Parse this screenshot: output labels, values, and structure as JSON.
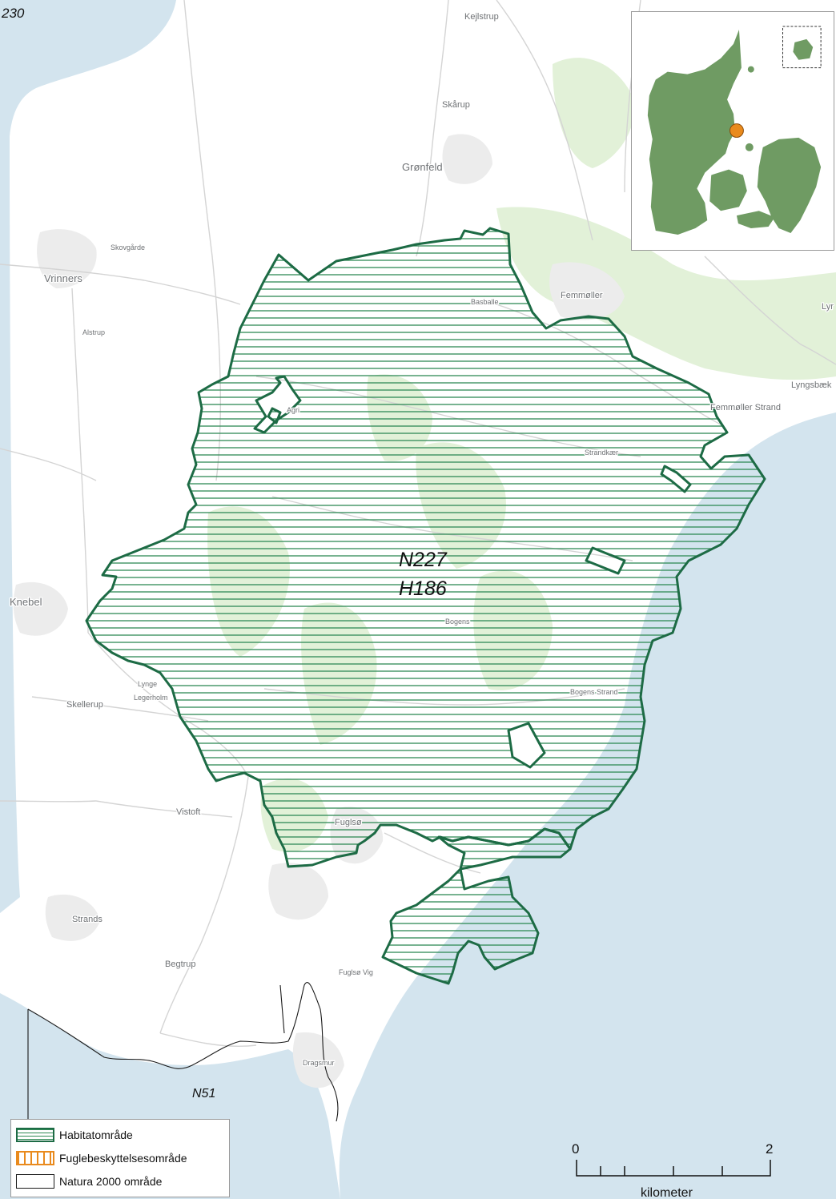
{
  "map": {
    "site_codes": [
      "N227",
      "H186"
    ],
    "other_site": "N51",
    "corner_code": "230",
    "places": [
      {
        "name": "Kejlstrup",
        "size": "md"
      },
      {
        "name": "Skårup",
        "size": "md"
      },
      {
        "name": "Grønfeld",
        "size": "lg"
      },
      {
        "name": "Skovgårde",
        "size": "sm"
      },
      {
        "name": "Vrinners",
        "size": "lg"
      },
      {
        "name": "Basballe",
        "size": "sm"
      },
      {
        "name": "Femmøller",
        "size": "md"
      },
      {
        "name": "Alstrup",
        "size": "sm"
      },
      {
        "name": "Lyngsbæk",
        "size": "md"
      },
      {
        "name": "Femmøller Strand",
        "size": "md"
      },
      {
        "name": "Strandkær",
        "size": "sm"
      },
      {
        "name": "Knebel",
        "size": "lg"
      },
      {
        "name": "Bogens",
        "size": "sm"
      },
      {
        "name": "Bogens Strand",
        "size": "sm"
      },
      {
        "name": "Lynge",
        "size": "sm"
      },
      {
        "name": "Legerholm",
        "size": "sm"
      },
      {
        "name": "Skellerup",
        "size": "md"
      },
      {
        "name": "Vistoft",
        "size": "md"
      },
      {
        "name": "Fuglsø",
        "size": "md"
      },
      {
        "name": "Strands",
        "size": "md"
      },
      {
        "name": "Begtrup",
        "size": "md"
      },
      {
        "name": "Fuglsø Vig",
        "size": "sm"
      },
      {
        "name": "Dragsmur",
        "size": "sm"
      },
      {
        "name": "Lyr",
        "size": "md"
      },
      {
        "name": "Agri",
        "size": "sm"
      }
    ],
    "colors": {
      "sea": "#d3e4ee",
      "land": "#ffffff",
      "habitat_outline": "#1d6b45",
      "habitat_hatch": "#2f8a55",
      "forest": "#e2f1d8",
      "town": "#ececec",
      "inset_land": "#6f9b63",
      "inset_marker": "#e98a1d"
    }
  },
  "legend": {
    "items": [
      {
        "label": "Habitatområde",
        "swatch": "habitat"
      },
      {
        "label": "Fuglebeskyttelsesområde",
        "swatch": "bird"
      },
      {
        "label": "Natura 2000 område",
        "swatch": "natura"
      }
    ]
  },
  "scale": {
    "ticks": [
      "0",
      "2"
    ],
    "unit": "kilometer"
  }
}
